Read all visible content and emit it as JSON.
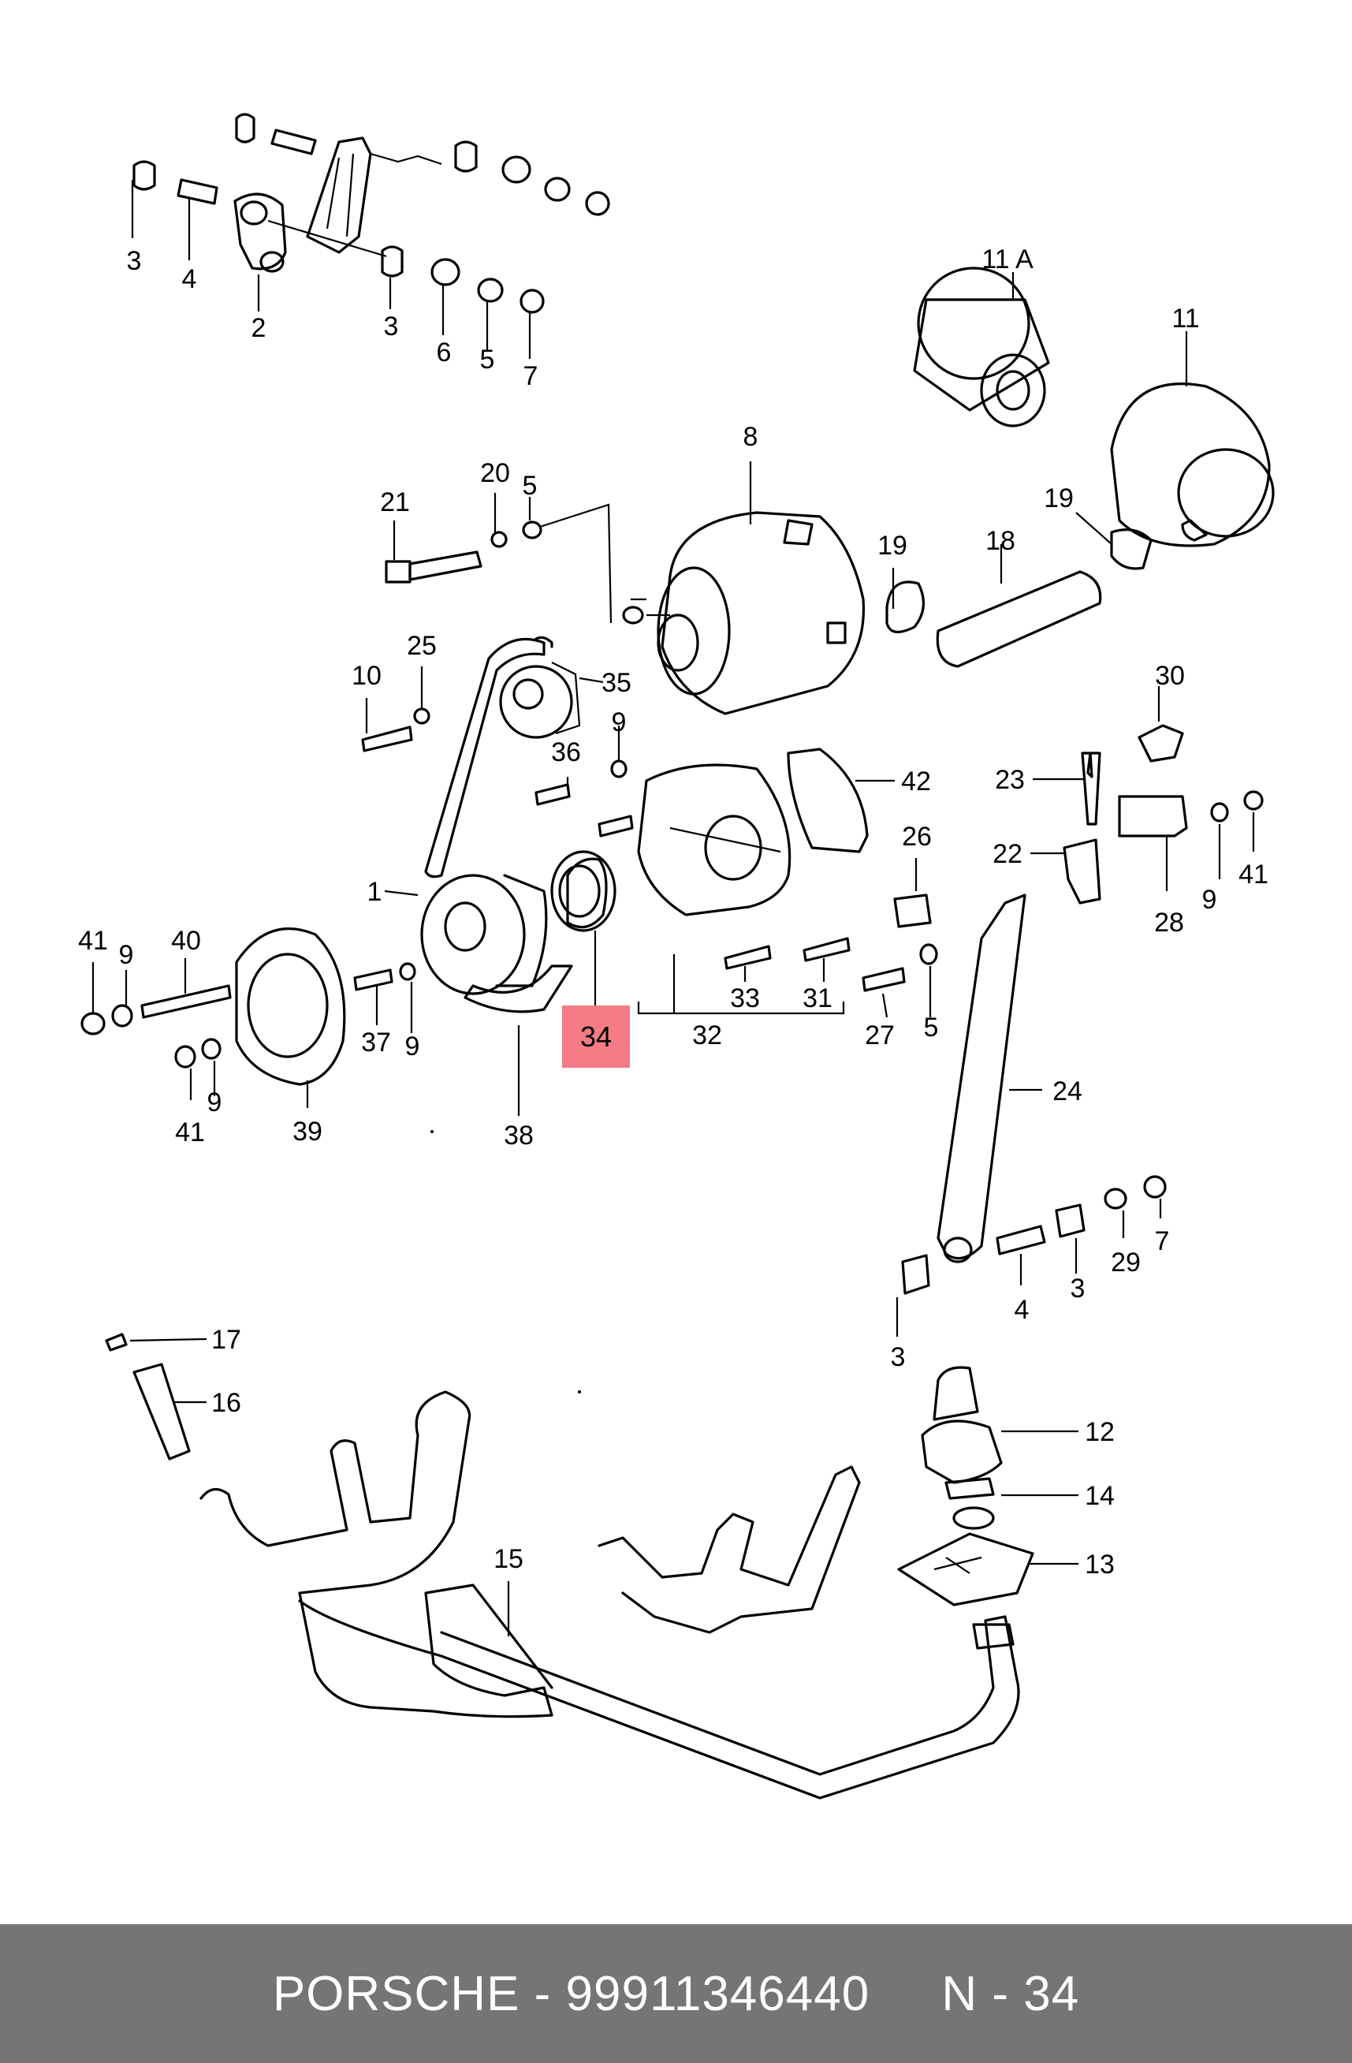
{
  "diagram": {
    "callouts": [
      {
        "id": "c-3-a",
        "text": "3"
      },
      {
        "id": "c-4-a",
        "text": "4"
      },
      {
        "id": "c-2",
        "text": "2"
      },
      {
        "id": "c-3-b",
        "text": "3"
      },
      {
        "id": "c-6",
        "text": "6"
      },
      {
        "id": "c-5-a",
        "text": "5"
      },
      {
        "id": "c-7-a",
        "text": "7"
      },
      {
        "id": "c-11a",
        "text": "11 A"
      },
      {
        "id": "c-11",
        "text": "11"
      },
      {
        "id": "c-8",
        "text": "8"
      },
      {
        "id": "c-21",
        "text": "21"
      },
      {
        "id": "c-20",
        "text": "20"
      },
      {
        "id": "c-5-b",
        "text": "5"
      },
      {
        "id": "c-19-a",
        "text": "19"
      },
      {
        "id": "c-19-b",
        "text": "19"
      },
      {
        "id": "c-18",
        "text": "18"
      },
      {
        "id": "c-10",
        "text": "10"
      },
      {
        "id": "c-25",
        "text": "25"
      },
      {
        "id": "c-35",
        "text": "35"
      },
      {
        "id": "c-9-a",
        "text": "9"
      },
      {
        "id": "c-36",
        "text": "36"
      },
      {
        "id": "c-42",
        "text": "42"
      },
      {
        "id": "c-30",
        "text": "30"
      },
      {
        "id": "c-23",
        "text": "23"
      },
      {
        "id": "c-26",
        "text": "26"
      },
      {
        "id": "c-22",
        "text": "22"
      },
      {
        "id": "c-41-a",
        "text": "41"
      },
      {
        "id": "c-9-b",
        "text": "9"
      },
      {
        "id": "c-28",
        "text": "28"
      },
      {
        "id": "c-1",
        "text": "1"
      },
      {
        "id": "c-41-b",
        "text": "41"
      },
      {
        "id": "c-9-c",
        "text": "9"
      },
      {
        "id": "c-40",
        "text": "40"
      },
      {
        "id": "c-37",
        "text": "37"
      },
      {
        "id": "c-9-d",
        "text": "9"
      },
      {
        "id": "c-33",
        "text": "33"
      },
      {
        "id": "c-31",
        "text": "31"
      },
      {
        "id": "c-27",
        "text": "27"
      },
      {
        "id": "c-5-c",
        "text": "5"
      },
      {
        "id": "c-32",
        "text": "32"
      },
      {
        "id": "c-41-c",
        "text": "41"
      },
      {
        "id": "c-9-e",
        "text": "9"
      },
      {
        "id": "c-39",
        "text": "39"
      },
      {
        "id": "c-38",
        "text": "38"
      },
      {
        "id": "c-24",
        "text": "24"
      },
      {
        "id": "c-29",
        "text": "29"
      },
      {
        "id": "c-7-b",
        "text": "7"
      },
      {
        "id": "c-3-c",
        "text": "3"
      },
      {
        "id": "c-4-b",
        "text": "4"
      },
      {
        "id": "c-3-d",
        "text": "3"
      },
      {
        "id": "c-17",
        "text": "17"
      },
      {
        "id": "c-16",
        "text": "16"
      },
      {
        "id": "c-12",
        "text": "12"
      },
      {
        "id": "c-14",
        "text": "14"
      },
      {
        "id": "c-13",
        "text": "13"
      },
      {
        "id": "c-15",
        "text": "15"
      }
    ],
    "highlight": {
      "text": "34",
      "color": "#f47b85"
    }
  },
  "footer": {
    "label": "PORSCHE - 99911346440     N - 34",
    "background": "#757575",
    "text_color": "#ffffff"
  }
}
